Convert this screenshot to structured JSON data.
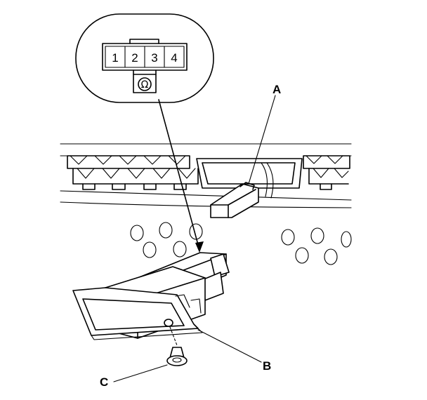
{
  "connector_view": {
    "pins": [
      "1",
      "2",
      "3",
      "4"
    ],
    "meter_symbol": "Ω"
  },
  "callouts": {
    "a": "A",
    "b": "B",
    "c": "C"
  },
  "colors": {
    "ink": "#000000",
    "background": "#ffffff"
  }
}
